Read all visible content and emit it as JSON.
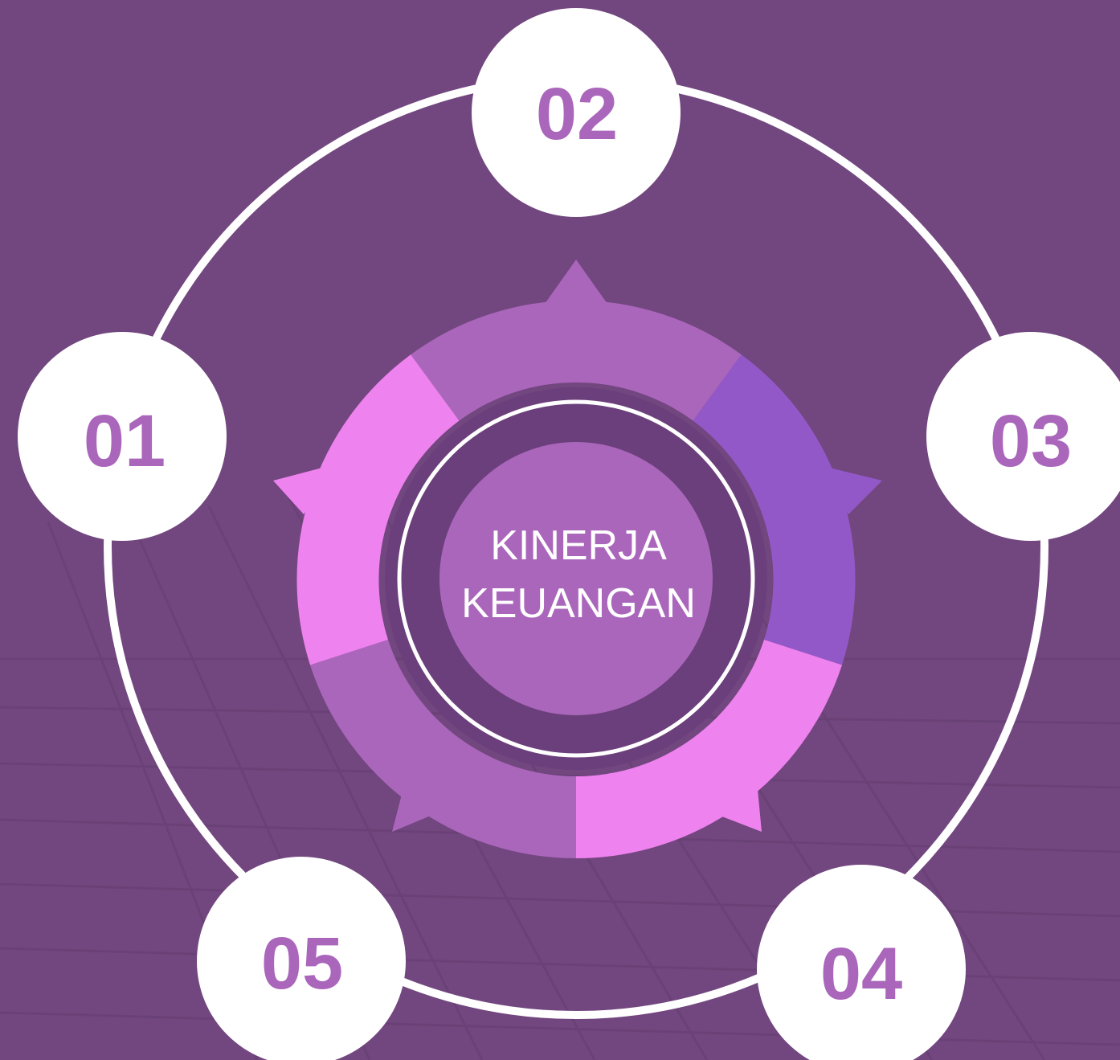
{
  "center": {
    "line1": "KINERJA",
    "line2": "KEUANGAN"
  },
  "nodes": [
    {
      "label": "01"
    },
    {
      "label": "02"
    },
    {
      "label": "03"
    },
    {
      "label": "04"
    },
    {
      "label": "05"
    }
  ],
  "colors": {
    "background": "#72467f",
    "ring": "#ffffff",
    "node_fill": "#ffffff",
    "node_text": "#aa66bb",
    "segment_a": "#aa66bb",
    "segment_b": "#ee82ee",
    "segment_c": "#9358c8",
    "inner_disc": "#6b3f7b",
    "center_fill": "#aa66bb",
    "center_text": "#ffffff"
  }
}
